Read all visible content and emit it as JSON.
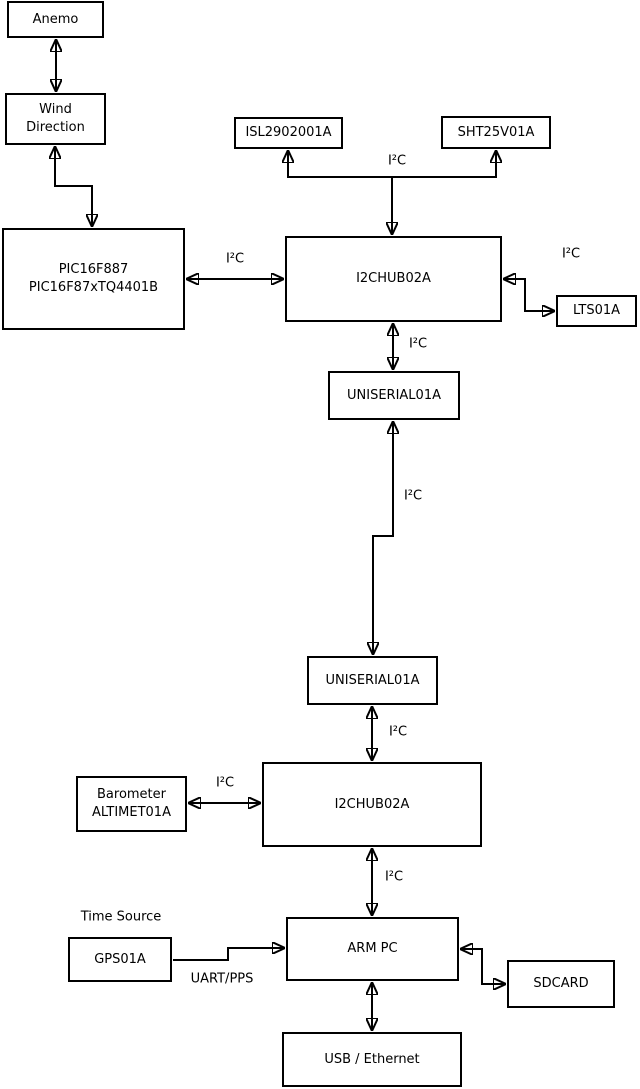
{
  "diagram": {
    "nodes": {
      "anemo": {
        "label": "Anemo"
      },
      "wind_direction": {
        "lines": [
          "Wind",
          "Direction"
        ]
      },
      "pic": {
        "lines": [
          "PIC16F887",
          "PIC16F87xTQ4401B"
        ]
      },
      "isl": {
        "label": "ISL2902001A"
      },
      "sht": {
        "label": "SHT25V01A"
      },
      "hub1": {
        "label": "I2CHUB02A"
      },
      "lts": {
        "label": "LTS01A"
      },
      "uniserial1": {
        "label": "UNISERIAL01A"
      },
      "uniserial2": {
        "label": "UNISERIAL01A"
      },
      "hub2": {
        "label": "I2CHUB02A"
      },
      "barometer": {
        "lines": [
          "Barometer",
          "ALTIMET01A"
        ]
      },
      "gps": {
        "label": "GPS01A"
      },
      "arm_pc": {
        "label": "ARM PC"
      },
      "sdcard": {
        "label": "SDCARD"
      },
      "usb_ethernet": {
        "label": "USB / Ethernet"
      }
    },
    "edge_labels": {
      "i2c_sensors": "I²C",
      "i2c_pic_hub1": "I²C",
      "i2c_lts": "I²C",
      "i2c_hub1_uniserial1": "I²C",
      "i2c_uniserial_link": "I²C",
      "i2c_uniserial2_hub2": "I²C",
      "i2c_barometer_hub2": "I²C",
      "i2c_hub2_arm_pc": "I²C",
      "uart_pps": "UART/PPS",
      "time_source": "Time Source"
    },
    "colors": {
      "line": "#000000",
      "box_border": "#000000",
      "box_fill": "#ffffff",
      "text": "#000000",
      "background": "#ffffff"
    }
  }
}
